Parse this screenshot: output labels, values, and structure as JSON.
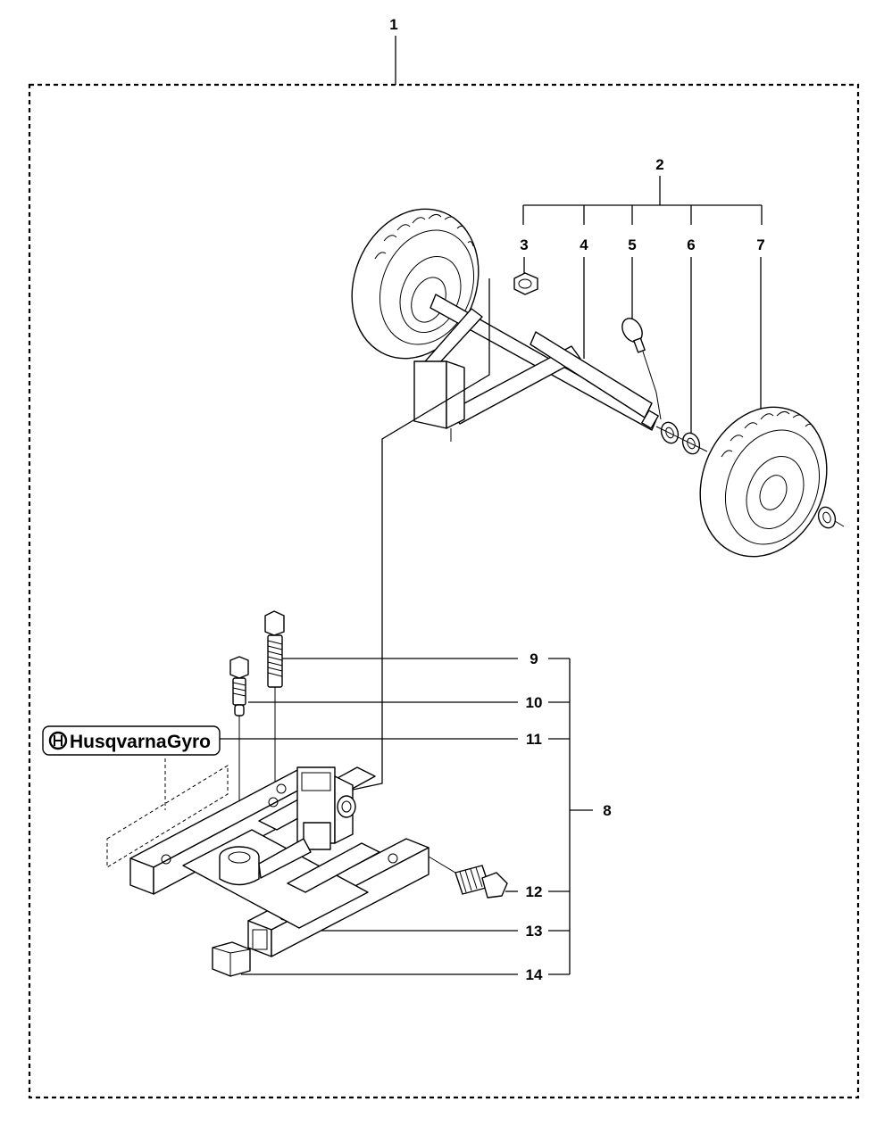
{
  "callouts": {
    "c1": "1",
    "c2": "2",
    "c3": "3",
    "c4": "4",
    "c5": "5",
    "c6": "6",
    "c7": "7",
    "c8": "8",
    "c9": "9",
    "c10": "10",
    "c11": "11",
    "c12": "12",
    "c13": "13",
    "c14": "14"
  },
  "decal": {
    "brand": "Husqvarna",
    "model": "Gyro"
  }
}
